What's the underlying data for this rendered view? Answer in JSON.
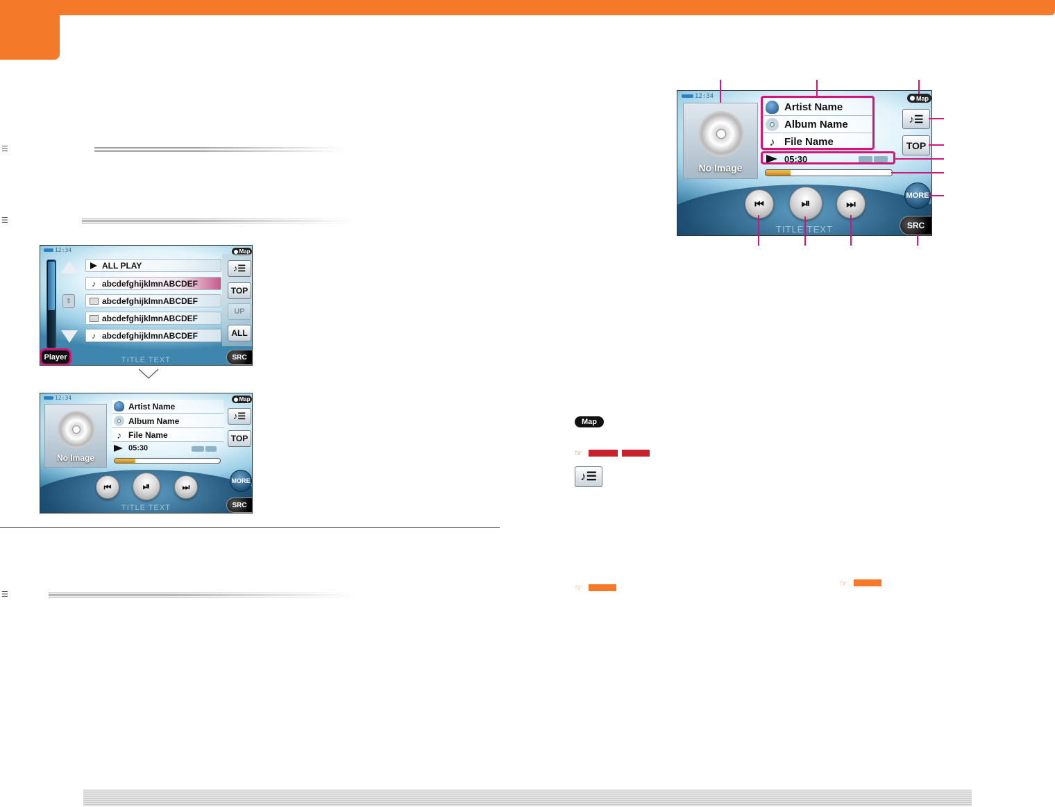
{
  "screens": {
    "list_screen": {
      "clock": "12:34",
      "map_label": "Map",
      "rows": [
        {
          "icon": "play-icon",
          "label": "ALL PLAY"
        },
        {
          "icon": "music-note-icon",
          "label": "abcdefghijklmnABCDEF",
          "selected": true
        },
        {
          "icon": "film-icon",
          "label": "abcdefghijklmnABCDEF"
        },
        {
          "icon": "film-icon",
          "label": "abcdefghijklmnABCDEF"
        },
        {
          "icon": "music-note-icon",
          "label": "abcdefghijklmnABCDEF"
        }
      ],
      "side_buttons": {
        "list_icon": "playlist-icon",
        "top": "TOP",
        "up": "UP",
        "all": "ALL"
      },
      "player_label": "Player",
      "title_text": "TITLE TEXT",
      "src_label": "SRC"
    },
    "player_screen": {
      "clock": "12:34",
      "map_label": "Map",
      "no_image": "No Image",
      "artist": "Artist Name",
      "album": "Album Name",
      "file": "File Name",
      "time": "05:30",
      "progress": 0.2,
      "top_label": "TOP",
      "more_label": "MORE",
      "title_text": "TITLE TEXT",
      "src_label": "SRC"
    }
  },
  "references": {
    "map_icon_label": "Map"
  },
  "colors": {
    "accent_orange": "#f47a2a",
    "callout_magenta": "#d2147b",
    "ref_red": "#c8202c"
  }
}
